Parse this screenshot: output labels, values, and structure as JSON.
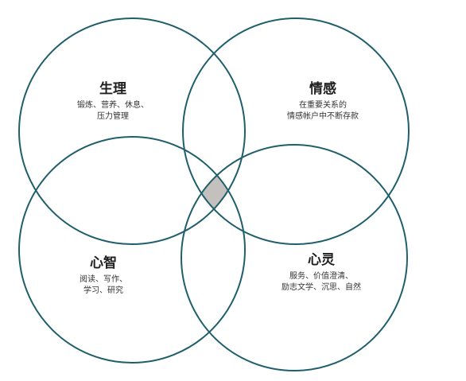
{
  "diagram": {
    "colors": {
      "circle_stroke": "#1f5f6b",
      "overlap_fill": "#c4c0bd",
      "background": "#ffffff"
    },
    "dimensions": [
      {
        "key": "physical",
        "title": "生理",
        "lines": [
          "锻炼、营养、休息、",
          "压力管理"
        ]
      },
      {
        "key": "emotional",
        "title": "情感",
        "lines": [
          "在重要关系的",
          "情感帐户中不断存款"
        ]
      },
      {
        "key": "mental",
        "title": "心智",
        "lines": [
          "阅读、写作、",
          "学习、研究"
        ]
      },
      {
        "key": "spiritual",
        "title": "心灵",
        "lines": [
          "服务、价值澄清、",
          "励志文学、沉思、自然"
        ]
      }
    ]
  }
}
